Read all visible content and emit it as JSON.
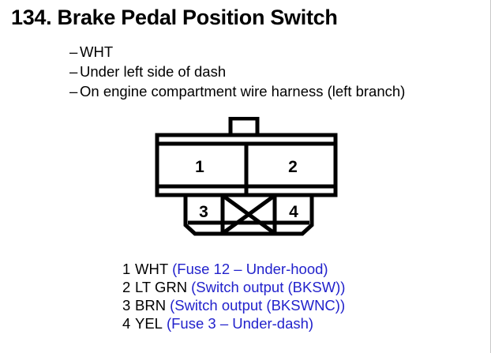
{
  "title": "134. Brake Pedal Position Switch",
  "bullets": [
    {
      "dash": "–",
      "text": "WHT"
    },
    {
      "dash": "–",
      "text": "Under left side of dash"
    },
    {
      "dash": "–",
      "text": "On engine compartment wire harness (left branch)"
    }
  ],
  "connector": {
    "upper_pins": [
      "1",
      "2"
    ],
    "lower_pins": [
      "3",
      "4"
    ],
    "blocked_cavity_marker": "X"
  },
  "legend": [
    {
      "num": "1",
      "color": "WHT",
      "desc": "(Fuse 12 – Under-hood)"
    },
    {
      "num": "2",
      "color": "LT GRN",
      "desc": "(Switch output (BKSW))"
    },
    {
      "num": "3",
      "color": "BRN",
      "desc": "(Switch output (BKSWNC))"
    },
    {
      "num": "4",
      "color": "YEL",
      "desc": "(Fuse 3 – Under-dash)"
    }
  ],
  "colors": {
    "ink": "#000000",
    "circuit_blue": "#2222cc",
    "background": "#ffffff"
  }
}
